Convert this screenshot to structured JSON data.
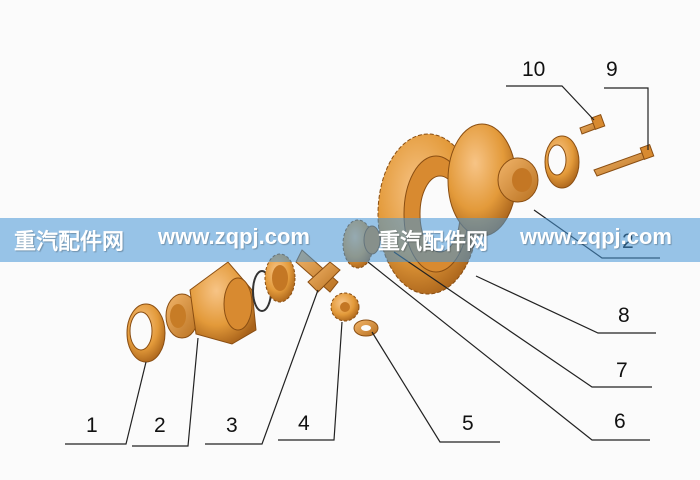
{
  "diagram": {
    "callouts": [
      "1",
      "2",
      "3",
      "4",
      "5",
      "6",
      "7",
      "8",
      "9",
      "10",
      "2"
    ],
    "part_color": "#e39a3a",
    "part_shadow": "#a8621a"
  },
  "watermark": {
    "site_cn": "重汽配件网",
    "url1": "www.zqpj.com",
    "site_cn2": "重汽配件网",
    "url2": "www.zqpj.com",
    "band_color": "#4696d7"
  }
}
